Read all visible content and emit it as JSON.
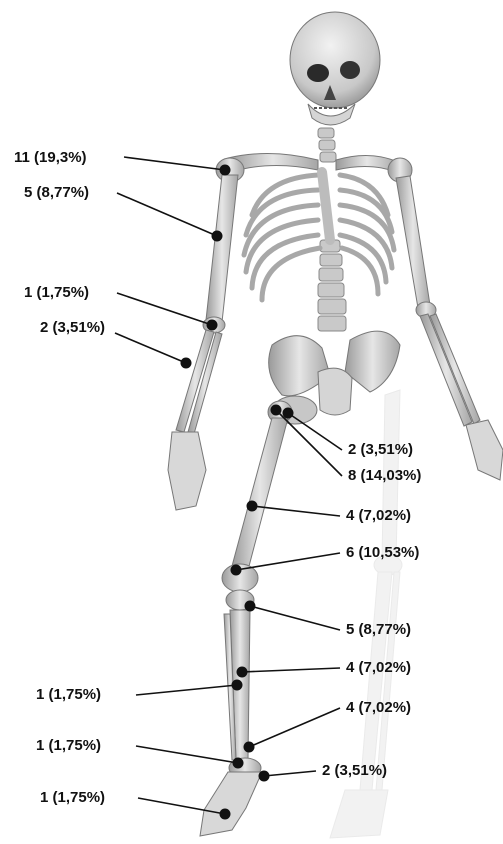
{
  "colors": {
    "bone": "#d9d9d9",
    "bone_light": "#eeeeee",
    "bone_dark": "#8a8a8a",
    "marker": "#111111",
    "leader": "#111111"
  },
  "annotations": [
    {
      "id": "clavicle-right",
      "label": "11 (19,3%)",
      "side": "left"
    },
    {
      "id": "humerus-right",
      "label": "5 (8,77%)",
      "side": "left"
    },
    {
      "id": "elbow-right",
      "label": "1 (1,75%)",
      "side": "left"
    },
    {
      "id": "forearm-right",
      "label": "2 (3,51%)",
      "side": "left"
    },
    {
      "id": "hip-acetabulum",
      "label": "2 (3,51%)",
      "side": "right"
    },
    {
      "id": "femoral-neck",
      "label": "8 (14,03%)",
      "side": "right"
    },
    {
      "id": "femur-shaft",
      "label": "4 (7,02%)",
      "side": "right"
    },
    {
      "id": "distal-femur",
      "label": "6 (10,53%)",
      "side": "right"
    },
    {
      "id": "proximal-tibia",
      "label": "5 (8,77%)",
      "side": "right"
    },
    {
      "id": "fibula-mid",
      "label": "1 (1,75%)",
      "side": "left"
    },
    {
      "id": "tibia-mid",
      "label": "4 (7,02%)",
      "side": "right"
    },
    {
      "id": "distal-tibia",
      "label": "4 (7,02%)",
      "side": "right"
    },
    {
      "id": "lateral-malleolus",
      "label": "1 (1,75%)",
      "side": "left"
    },
    {
      "id": "medial-malleolus",
      "label": "2 (3,51%)",
      "side": "right"
    },
    {
      "id": "foot-metatarsal",
      "label": "1 (1,75%)",
      "side": "left"
    }
  ]
}
